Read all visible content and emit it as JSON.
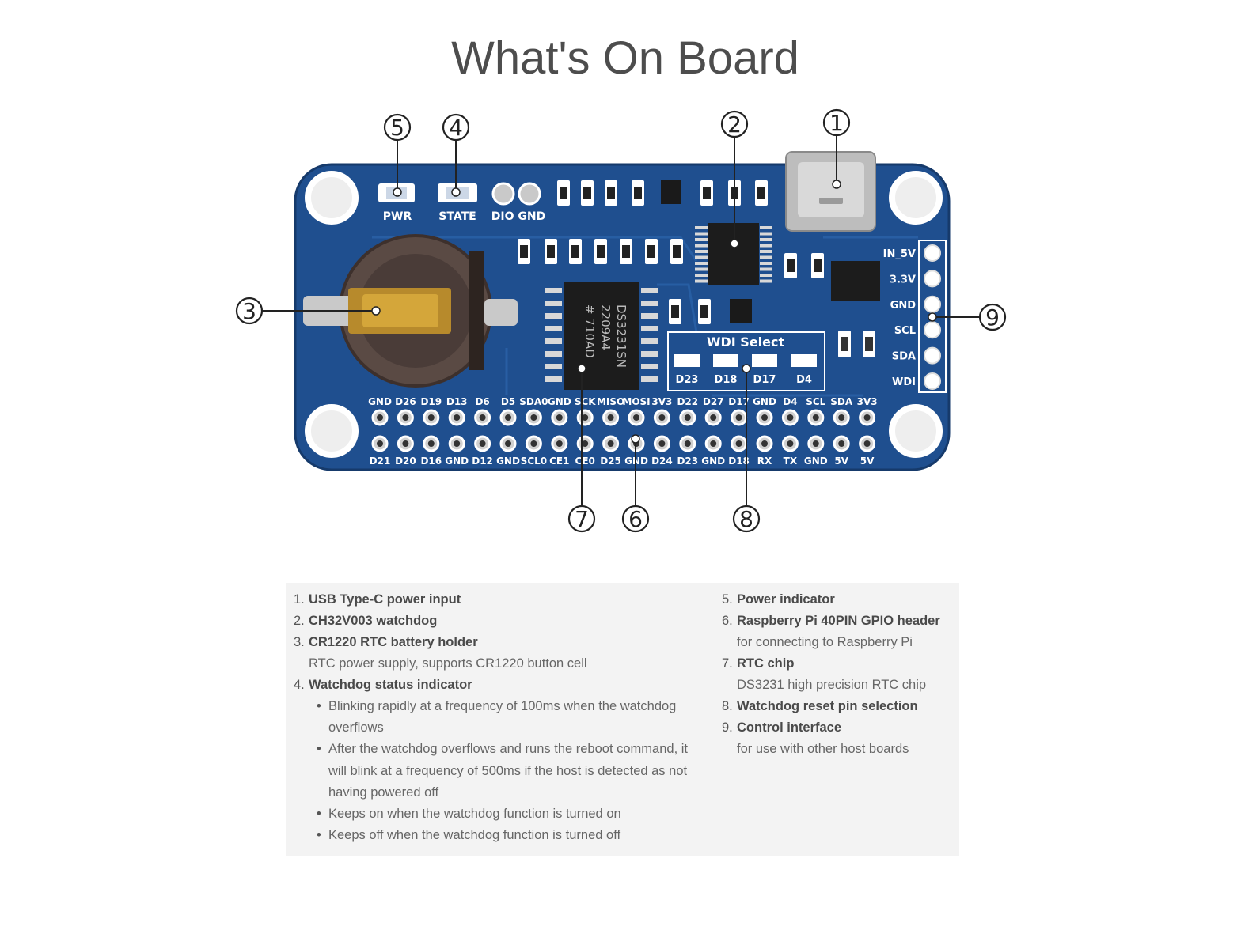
{
  "title": "What's On Board",
  "colors": {
    "pcb": "#1f4f8f",
    "silkscreen": "#ffffff",
    "legend_bg": "#f3f3f3",
    "title": "#4d4d4d"
  },
  "callouts": [
    "1",
    "2",
    "3",
    "4",
    "5",
    "6",
    "7",
    "8",
    "9"
  ],
  "board": {
    "leds": [
      "PWR",
      "STATE"
    ],
    "dio_label": "DIO GND",
    "chip_text": [
      "DS3231SN",
      "2209A4",
      "# 710AD"
    ],
    "wdi_select": {
      "title": "WDI Select",
      "options": [
        "D23",
        "D18",
        "D17",
        "D4"
      ]
    },
    "control_pins": [
      "IN_5V",
      "3.3V",
      "GND",
      "SCL",
      "SDA",
      "WDI"
    ],
    "gpio_top": [
      "GND",
      "D26",
      "D19",
      "D13",
      "D6",
      "D5",
      "SDA0",
      "GND",
      "SCK",
      "MISO",
      "MOSI",
      "3V3",
      "D22",
      "D27",
      "D17",
      "GND",
      "D4",
      "SCL",
      "SDA",
      "3V3"
    ],
    "gpio_bottom": [
      "D21",
      "D20",
      "D16",
      "GND",
      "D12",
      "GND",
      "SCL0",
      "CE1",
      "CE0",
      "D25",
      "GND",
      "D24",
      "D23",
      "GND",
      "D18",
      "RX",
      "TX",
      "GND",
      "5V",
      "5V"
    ]
  },
  "legend": {
    "left": [
      {
        "num": "1.",
        "title": "USB Type-C power input"
      },
      {
        "num": "2.",
        "title": "CH32V003 watchdog"
      },
      {
        "num": "3.",
        "title": "CR1220 RTC battery holder",
        "desc": "RTC power supply, supports CR1220 button cell"
      },
      {
        "num": "4.",
        "title": "Watchdog status indicator"
      }
    ],
    "bullets": [
      {
        "lines": [
          "Blinking rapidly at a frequency of 100ms when the watchdog",
          "overflows"
        ]
      },
      {
        "lines": [
          "After the watchdog overflows and runs the reboot command, it",
          "will blink at a frequency of 500ms if the host is detected as not",
          "having powered off"
        ]
      },
      {
        "lines": [
          "Keeps on when the watchdog function is turned on"
        ]
      },
      {
        "lines": [
          "Keeps off when the watchdog function is turned off"
        ]
      }
    ],
    "right": [
      {
        "num": "5.",
        "title": "Power indicator"
      },
      {
        "num": "6.",
        "title": "Raspberry Pi 40PIN GPIO header",
        "desc": "for connecting to Raspberry Pi"
      },
      {
        "num": "7.",
        "title": "RTC chip",
        "desc": "DS3231 high precision RTC chip"
      },
      {
        "num": "8.",
        "title": "Watchdog reset pin selection"
      },
      {
        "num": "9.",
        "title": "Control interface",
        "desc": "for use with other host boards"
      }
    ]
  }
}
